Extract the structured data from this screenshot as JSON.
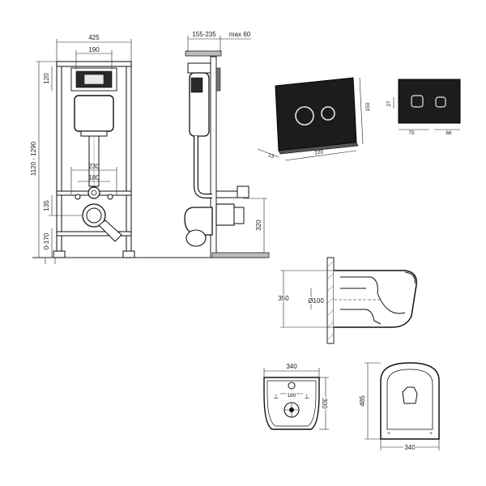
{
  "colors": {
    "line": "#222222",
    "panel": "#1c1c1c",
    "button_ring": "#e6e6e6",
    "background": "#ffffff"
  },
  "front_view": {
    "frame_width": "425",
    "tank_width": "190",
    "top_offset": "120",
    "height_range": "1120 - 1290",
    "bolt_spacing_outer": "230",
    "bolt_spacing_inner": "180",
    "outlet_height": "135",
    "foot_height": "0-170"
  },
  "side_view": {
    "depth_range": "155-235",
    "max_depth": "max 60",
    "outlet_height": "320"
  },
  "flush_plate": {
    "width": "220",
    "height": "150",
    "thickness": "13"
  },
  "flush_plate_small": {
    "height": "27",
    "button_spacing": "75",
    "edge_offset": "66"
  },
  "bowl_side": {
    "height": "350",
    "pipe_diameter": "Ø100"
  },
  "bowl_rear": {
    "width": "340",
    "bolt_spacing": "180",
    "depth": "300"
  },
  "bowl_top": {
    "length": "485",
    "width": "340"
  }
}
